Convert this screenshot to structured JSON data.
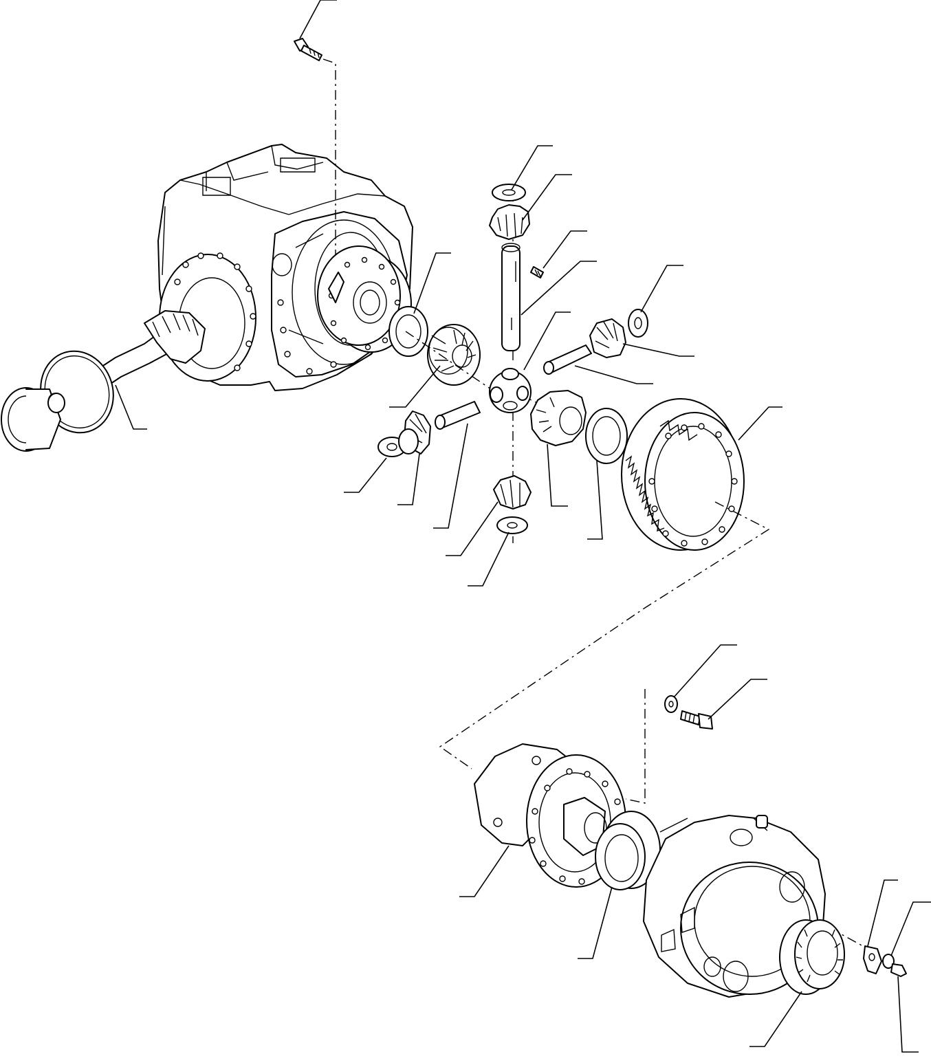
{
  "diagram": {
    "type": "exploded-parts-drawing",
    "callouts": [
      {
        "id": "c1"
      },
      {
        "id": "c2"
      },
      {
        "id": "c3"
      },
      {
        "id": "c4"
      },
      {
        "id": "c5"
      },
      {
        "id": "c6"
      },
      {
        "id": "c7"
      },
      {
        "id": "c8"
      },
      {
        "id": "c9"
      },
      {
        "id": "c10"
      },
      {
        "id": "c11"
      },
      {
        "id": "c12"
      },
      {
        "id": "c13"
      },
      {
        "id": "c14"
      },
      {
        "id": "c15"
      },
      {
        "id": "c16"
      },
      {
        "id": "c17"
      },
      {
        "id": "c18"
      },
      {
        "id": "c19"
      },
      {
        "id": "c20"
      },
      {
        "id": "c21"
      },
      {
        "id": "c22"
      },
      {
        "id": "c23"
      },
      {
        "id": "c24"
      },
      {
        "id": "c25"
      },
      {
        "id": "c26"
      }
    ]
  }
}
